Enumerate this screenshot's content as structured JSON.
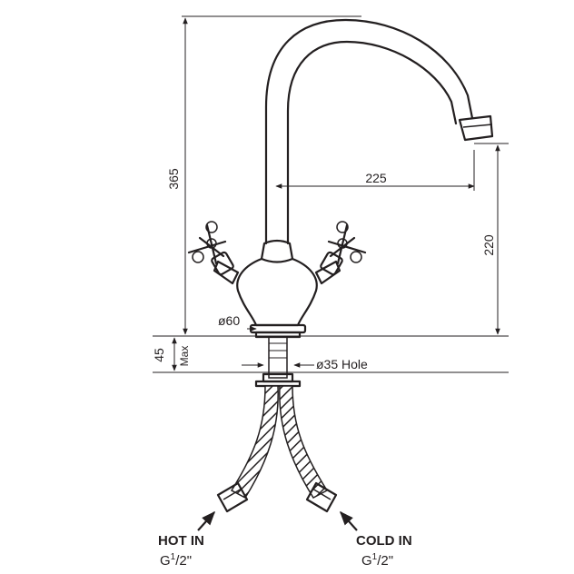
{
  "dimensions": {
    "overall_height": "365",
    "spout_reach": "225",
    "spout_height": "220",
    "base_diameter": "ø60",
    "deck_thickness": "45",
    "deck_thickness_note": "Max",
    "hole_diameter": "ø35 Hole"
  },
  "inlets": {
    "hot": {
      "label": "HOT IN",
      "thread_prefix": "G",
      "thread_num": "1",
      "thread_den": "2\""
    },
    "cold": {
      "label": "COLD IN",
      "thread_prefix": "G",
      "thread_num": "1",
      "thread_den": "2\""
    }
  },
  "colors": {
    "line": "#231f20",
    "background": "#ffffff"
  }
}
